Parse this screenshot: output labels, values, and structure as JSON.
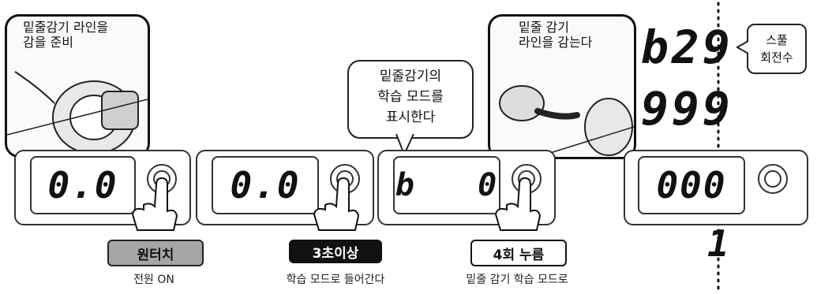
{
  "insets": {
    "left": {
      "line1": "밑줄감기 라인을",
      "line2": "감을 준비"
    },
    "right": {
      "line1": "밑줄 감기",
      "line2": "라인을  감는다"
    }
  },
  "bubble": {
    "line1": "밑줄감기의",
    "line2": "학습 모드를",
    "line3": "표시한다"
  },
  "panels": [
    {
      "display": "0.0",
      "badge": "원터치",
      "caption": "전원 ON"
    },
    {
      "display": "0.0",
      "badge": "3초이상",
      "caption": "학습 모드로 들어간다"
    },
    {
      "display": "b   0",
      "badge": "4회 누름",
      "caption": "밑줄 감기 학습 모드로"
    },
    {
      "display": "000"
    }
  ],
  "counter": {
    "top": "b29",
    "middle": "999"
  },
  "callout": {
    "line1": "스풀",
    "line2": "회전수"
  },
  "colors": {
    "badge_gray": "#a6a6a6",
    "badge_black": "#111111",
    "outline": "#333333"
  }
}
